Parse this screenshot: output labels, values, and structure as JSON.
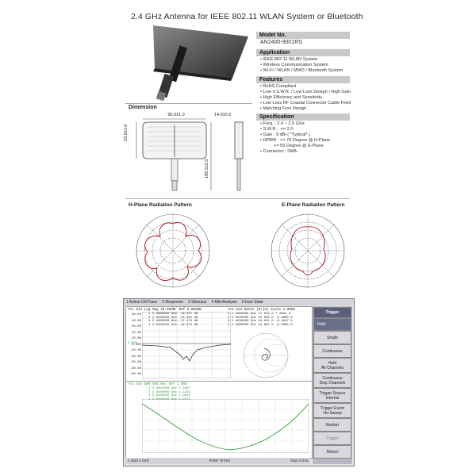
{
  "title": "2.4 GHz Antenna for IEEE 802.11 WLAN System or Bluetooth",
  "model": {
    "head": "Model No.",
    "value": "AN2400-9001RS"
  },
  "application": {
    "head": "Application",
    "items": [
      "• IEEE 802.11 WLAN System",
      "• Wireless Communication System",
      "• Wi-Fi / WLAN / MMO / Bluetooth System"
    ]
  },
  "features": {
    "head": "Features",
    "items": [
      "• RoHS Compliant",
      "• Low V.S.W.R. / Low Loss Design / High Gain",
      "• High Efficiency and Sensitivity",
      "• Low Loss RF Coaxial Connector Cable Feed",
      "• Matching Free Design"
    ]
  },
  "specification": {
    "head": "Specification",
    "items": [
      "• Freq. : 2.4 ~ 2.5 GHz",
      "• S.W.R. : <= 2.0",
      "• Gain : 9 dBi ( *Typical* )",
      "• HPBW : <= 70 Degree @ H-Plane",
      "           <= 55 Degree @ E-Plane",
      "• Connector : SMA"
    ]
  },
  "dimension": {
    "head": "Dimension",
    "width": "90.0±1.0",
    "height": "53.0±1.0",
    "total": "108.5±2.0",
    "thickness": "14.0±0.2"
  },
  "patterns": {
    "h": "H-Plane Radiation Pattern",
    "e": "E-Plane Radiation Pattern"
  },
  "vna": {
    "menu": [
      "1 Active Ch/Trace",
      "2 Response",
      "3 Stimulus",
      "4 Mkr/Analysis",
      "5 Instr State"
    ],
    "trace1_head": "Tr1 S44 Log Mag 10.00dB/ Ref 0.000dB",
    "trace2_head": "Tr2 S44 Smith (R+jX) Scale 1.000U",
    "trace3_head": "Tr3 S44 SWR 500.0m/ Ref 1.000",
    "t1_markers": [
      "1  2.4000000 GHz -19.037 dB",
      "2  2.4500000 GHz -24.962 dB",
      "3  2.4830000 GHz -17.474 dB",
      "4  2.5000000 GHz -16.672 dB"
    ],
    "t2_markers": [
      "1  2.4000000 GHz  47.079 Ω   7.4964 Ω",
      "2  2.4500000 GHz  52.560 Ω  -5.8880 Ω",
      "3  2.4830000 GHz  44.261 Ω  -8.4847 Ω",
      "4  2.5000000 GHz  44.802 Ω  -9.0080 Ω"
    ],
    "t3_markers": [
      "1  2.4000000 GHz  1.2497",
      "2  2.4500000 GHz  1.1219",
      "3  2.4830000 GHz  1.3013",
      "4  2.5000000 GHz  1.2973"
    ],
    "y_ticks": [
      "50.00",
      "40.00",
      "30.00",
      "20.00",
      "10.00",
      "0.000",
      "-10.00",
      "-20.00",
      "-30.00",
      "-40.00",
      "-50.00"
    ],
    "ref_label": "0.000",
    "start": "1  Start 2 GHz",
    "center": "IFBW 70 kHz",
    "stop": "Stop 3 GHz",
    "softkeys_title": "Trigger",
    "softkeys": [
      {
        "l1": "Hold",
        "l2": ""
      },
      {
        "l1": "Single",
        "l2": ""
      },
      {
        "l1": "Continuous",
        "l2": ""
      },
      {
        "l1": "Hold",
        "l2": "All Channels"
      },
      {
        "l1": "Continuous",
        "l2": "Disp Channels"
      },
      {
        "l1": "Trigger Source",
        "l2": "Internal"
      },
      {
        "l1": "Trigger Event",
        "l2": "On Sweep"
      },
      {
        "l1": "Restart",
        "l2": ""
      },
      {
        "l1": "Trigger",
        "l2": ""
      },
      {
        "l1": "Return",
        "l2": ""
      }
    ]
  },
  "colors": {
    "trace_vswr": "#3a9a3a",
    "trace_logmag": "#333333",
    "pattern_red": "#b2242b",
    "softkey_active": "#6a6f8c"
  }
}
